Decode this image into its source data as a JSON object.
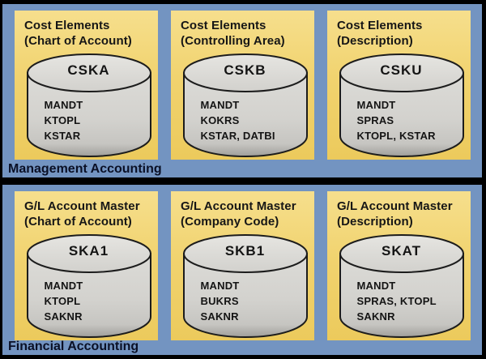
{
  "sections": [
    {
      "label": "Management Accounting",
      "boxes": [
        {
          "title_line1": "Cost Elements",
          "title_line2": "(Chart of Account)",
          "table": "CSKA",
          "fields": [
            "MANDT",
            "KTOPL",
            "KSTAR"
          ]
        },
        {
          "title_line1": "Cost Elements",
          "title_line2": "(Controlling Area)",
          "table": "CSKB",
          "fields": [
            "MANDT",
            "KOKRS",
            "KSTAR, DATBI"
          ]
        },
        {
          "title_line1": "Cost Elements",
          "title_line2": "(Description)",
          "table": "CSKU",
          "fields": [
            "MANDT",
            "SPRAS",
            "KTOPL, KSTAR"
          ]
        }
      ]
    },
    {
      "label": "Financial Accounting",
      "boxes": [
        {
          "title_line1": "G/L Account Master",
          "title_line2": "(Chart of Account)",
          "table": "SKA1",
          "fields": [
            "MANDT",
            "KTOPL",
            "SAKNR"
          ]
        },
        {
          "title_line1": "G/L Account Master",
          "title_line2": "(Company Code)",
          "table": "SKB1",
          "fields": [
            "MANDT",
            "BUKRS",
            "SAKNR"
          ]
        },
        {
          "title_line1": "G/L Account Master",
          "title_line2": "(Description)",
          "table": "SKAT",
          "fields": [
            "MANDT",
            "SPRAS, KTOPL",
            "SAKNR"
          ]
        }
      ]
    }
  ],
  "icons": [
    {
      "name": "database-cylinder-icon",
      "shape": "cylinder"
    }
  ],
  "colors": {
    "outer_border": "#000000",
    "panel_background": "#7394c1",
    "box_background": "#f0d06a",
    "cylinder_fill": "#d6d5d1",
    "cylinder_outline": "#1c1c1c",
    "title_text": "#161616",
    "section_label_text": "#0a1026"
  }
}
